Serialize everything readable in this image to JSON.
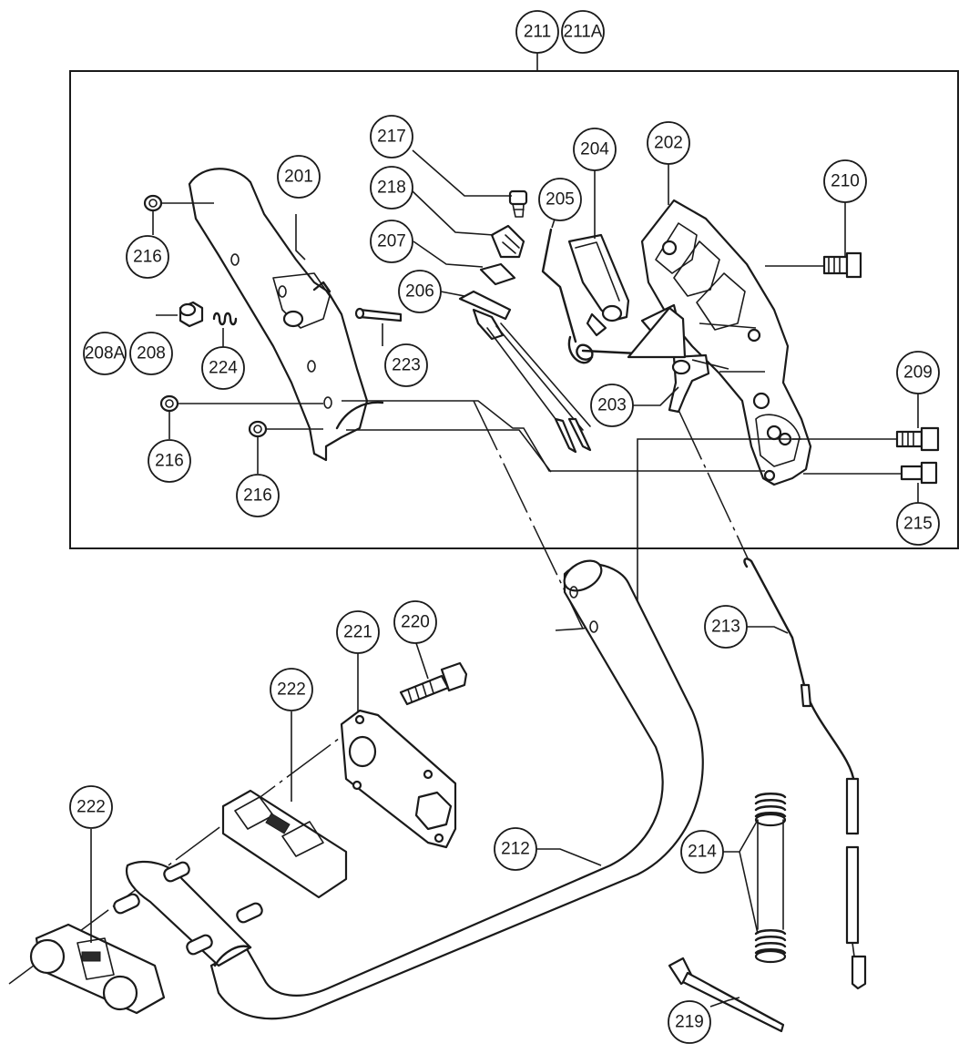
{
  "callouts": {
    "c211": "211",
    "c211a": "211A",
    "c201": "201",
    "c202": "202",
    "c203": "203",
    "c204": "204",
    "c205": "205",
    "c206": "206",
    "c207": "207",
    "c208": "208",
    "c208a": "208A",
    "c209": "209",
    "c210": "210",
    "c212": "212",
    "c213": "213",
    "c214": "214",
    "c215": "215",
    "c216a": "216",
    "c216b": "216",
    "c216c": "216",
    "c217": "217",
    "c218": "218",
    "c219": "219",
    "c220": "220",
    "c221": "221",
    "c222a": "222",
    "c222b": "222",
    "c223": "223",
    "c224": "224"
  }
}
